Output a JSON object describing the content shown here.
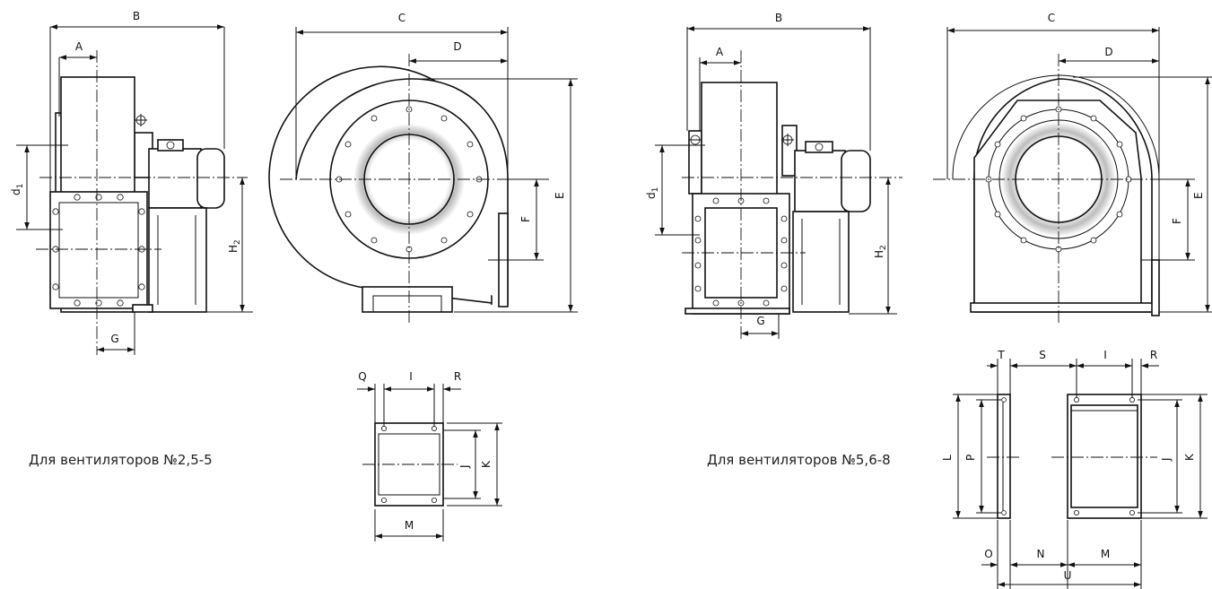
{
  "captions": {
    "small_fans": "Для вентиляторов №2,5-5",
    "large_fans": "Для вентиляторов №5,6-8"
  },
  "left_set": {
    "side_view": {
      "B": "B",
      "A": "A",
      "d1": "d",
      "d1_sub": "1",
      "H2": "H",
      "H2_sub": "2",
      "G": "G"
    },
    "front_view": {
      "C": "C",
      "D": "D",
      "E": "E",
      "F": "F"
    },
    "flange": {
      "Q": "Q",
      "I": "I",
      "R": "R",
      "J": "J",
      "K": "K",
      "M": "M"
    }
  },
  "right_set": {
    "side_view": {
      "B": "B",
      "A": "A",
      "d1": "d",
      "d1_sub": "1",
      "H2": "H",
      "H2_sub": "2",
      "G": "G"
    },
    "front_view": {
      "C": "C",
      "D": "D",
      "E": "E",
      "F": "F"
    },
    "flange_side": {
      "T": "T",
      "L": "L",
      "P": "P",
      "O": "O"
    },
    "flange_front": {
      "S": "S",
      "I": "I",
      "R": "R",
      "J": "J",
      "K": "K",
      "N": "N",
      "M": "M",
      "U": "U"
    }
  }
}
